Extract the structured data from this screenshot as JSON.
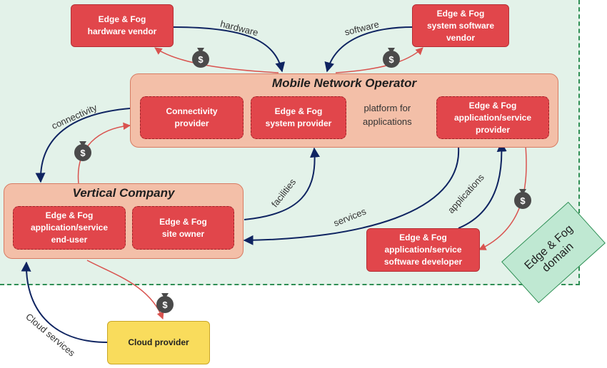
{
  "nodes": {
    "hw_vendor": "Edge & Fog\nhardware vendor",
    "sw_vendor": "Edge & Fog\nsystem software\nvendor",
    "mno_title": "Mobile Network Operator",
    "connectivity_provider": "Connectivity\nprovider",
    "system_provider": "Edge & Fog\nsystem provider",
    "app_provider": "Edge & Fog\napplication/service\nprovider",
    "vertical_title": "Vertical Company",
    "end_user": "Edge & Fog\napplication/service\nend-user",
    "site_owner": "Edge & Fog\nsite owner",
    "app_developer": "Edge & Fog\napplication/service\nsoftware developer",
    "cloud_provider": "Cloud provider"
  },
  "labels": {
    "hardware": "hardware",
    "software": "software",
    "connectivity": "connectivity",
    "platform": "platform for\napplications",
    "facilities": "facilities",
    "services": "services",
    "applications": "applications",
    "cloud_services": "Cloud services",
    "domain": "Edge & Fog\ndomain"
  },
  "icons": {
    "money_symbol": "$"
  },
  "colors": {
    "red_node": "#e1464b",
    "group_fill": "#f3bfa8",
    "domain_fill": "#e3f2e9",
    "service_arrow": "#0f2461",
    "money_arrow": "#d9534f",
    "cloud_fill": "#f9dc5c"
  }
}
